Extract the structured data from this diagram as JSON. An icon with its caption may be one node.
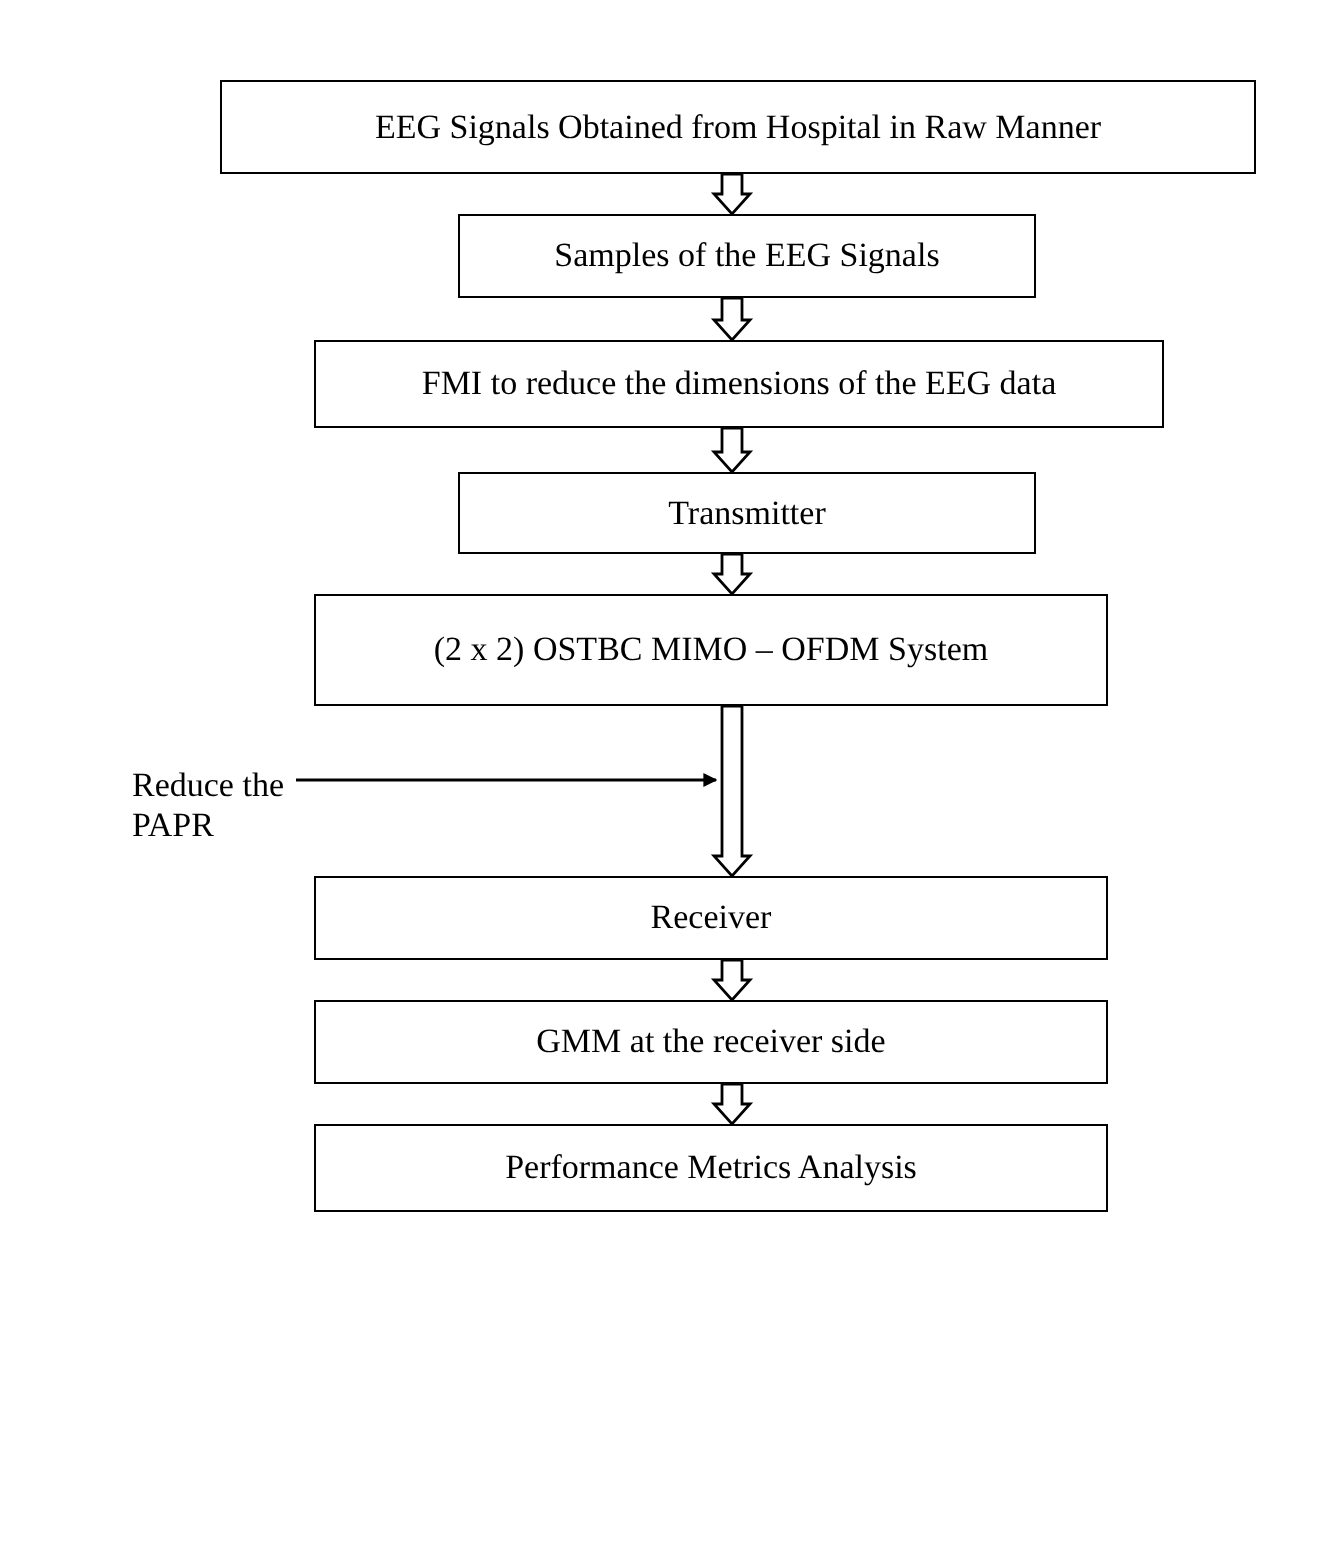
{
  "diagram": {
    "nodes": [
      {
        "text": [
          "EEG Signals Obtained from Hospital in Raw Manner"
        ]
      },
      {
        "text": [
          "Samples of the EEG Signals"
        ]
      },
      {
        "text": [
          "FMI to reduce the dimensions of the EEG data"
        ]
      },
      {
        "text": [
          "Transmitter"
        ]
      },
      {
        "text": [
          "(2 x 2) OSTBC MIMO – OFDM System"
        ]
      },
      {
        "text": [
          "Reduce the PAPR"
        ]
      },
      {
        "text": [
          "Receiver"
        ]
      },
      {
        "text": [
          "GMM at the receiver side"
        ]
      },
      {
        "text": [
          "Performance Metrics Analysis"
        ]
      }
    ],
    "edges": [
      {
        "from": 0,
        "to": 1,
        "arrow": "to"
      },
      {
        "from": 1,
        "to": 2,
        "arrow": "to"
      },
      {
        "from": 2,
        "to": 3,
        "arrow": "to"
      },
      {
        "from": 3,
        "to": 4,
        "arrow": "to"
      },
      {
        "from": 4,
        "to": 6,
        "arrow": "to"
      },
      {
        "from": 6,
        "to": 7,
        "arrow": "to"
      },
      {
        "from": 7,
        "to": 8,
        "arrow": "to"
      },
      {
        "from": 5,
        "to": null,
        "arrow": "to"
      }
    ]
  }
}
